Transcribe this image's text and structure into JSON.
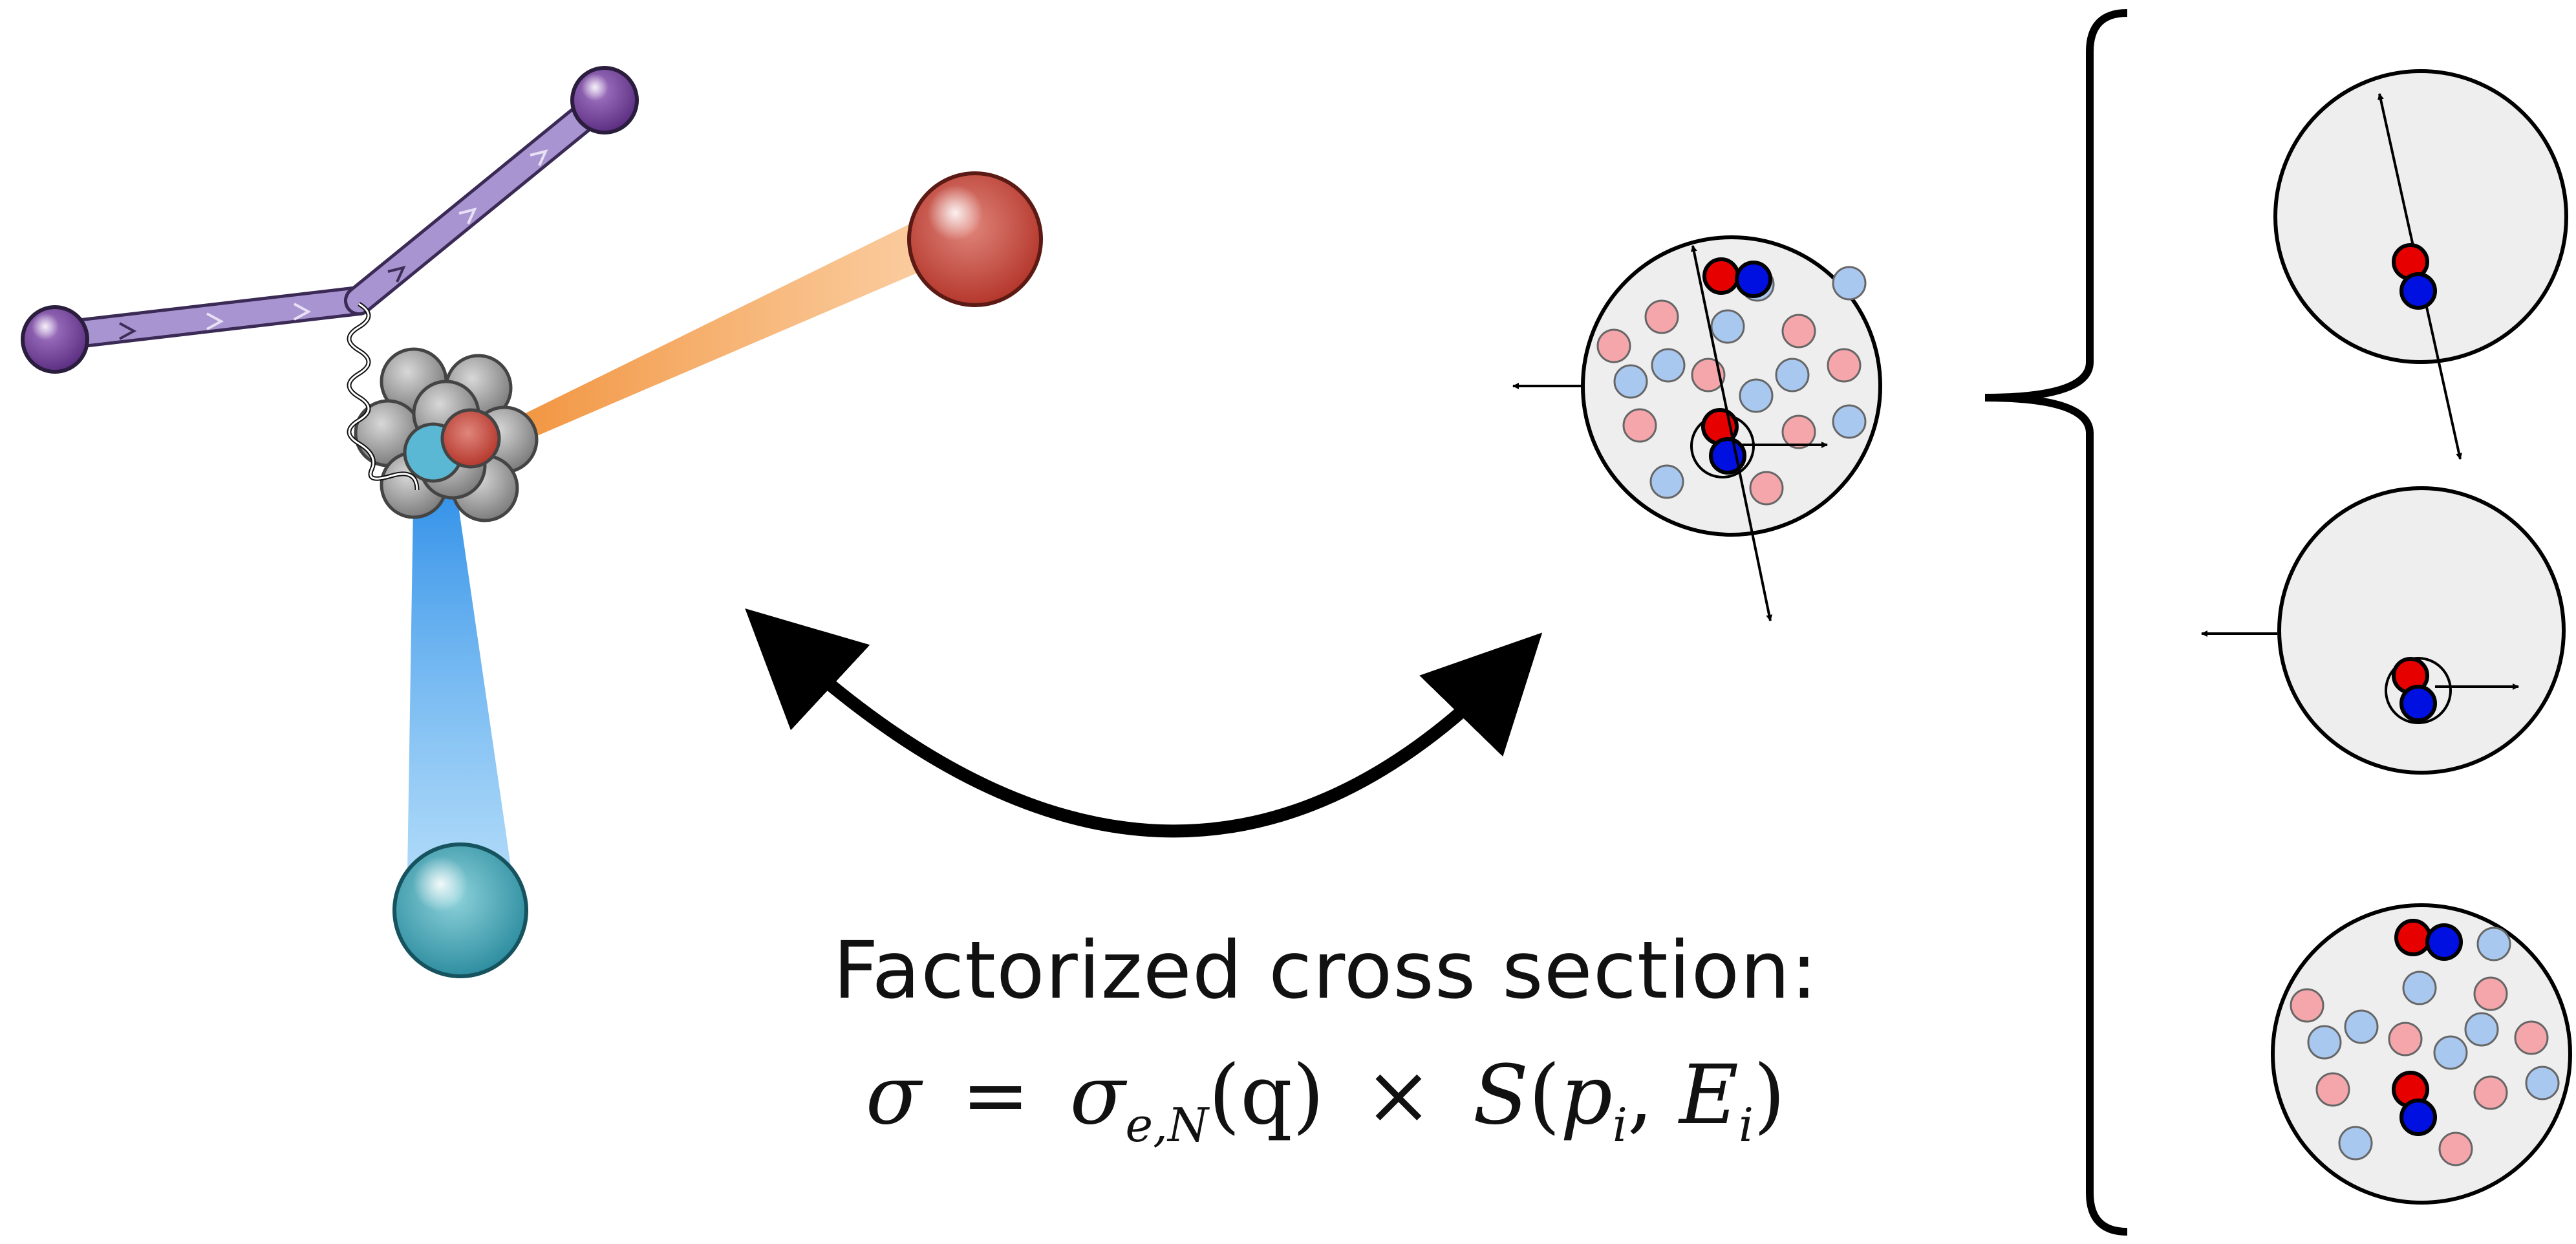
{
  "caption": {
    "title": "Factorized cross section:",
    "formula": {
      "sigma": "σ",
      "equals": "=",
      "sigma2": "σ",
      "sub": "e,N",
      "q_term": "(q)",
      "times": "×",
      "S": "S",
      "open": "(",
      "p": "p",
      "p_sub": "i",
      "comma": ", ",
      "E": "E",
      "E_sub": "i",
      "close": ")"
    }
  },
  "colors": {
    "electron_beam": "#9b86c9",
    "electron_ball": "#6a3d8f",
    "proton_red": "#e60000",
    "neutron_blue": "#0010e0",
    "proton_light": "#f4a6aa",
    "neutron_light": "#a9c8f0",
    "nucleus_fill": "#eeeeee",
    "orange_jet": "#f07a20",
    "blue_jet": "#2a8ee8",
    "ejected_red": "#c9473c",
    "ejected_teal": "#49aebe"
  },
  "icons": [
    "electron-scattering-icon",
    "nucleus-icon",
    "double-headed-arrow-icon",
    "curly-brace-icon",
    "src-pair-icon"
  ]
}
